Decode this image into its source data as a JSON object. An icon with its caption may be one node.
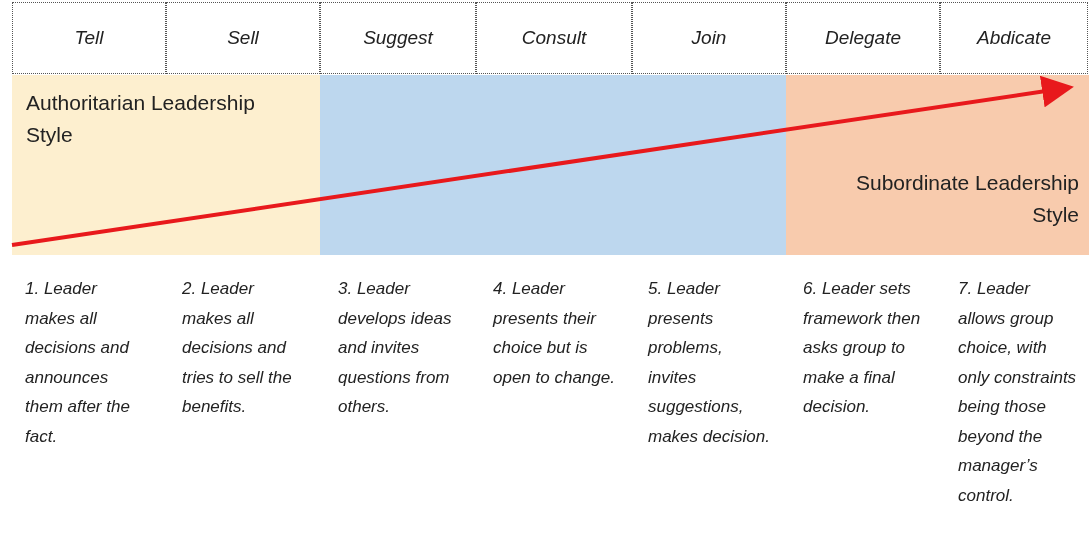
{
  "diagram": {
    "nodes": [
      {
        "text": [
          "Authoritarian Leadership Style"
        ]
      },
      {
        "text": [
          "Subordinate Leadership Style"
        ]
      }
    ],
    "edges": [
      {
        "from": 0,
        "to": 1,
        "arrow": "to",
        "color": "#e8191c"
      }
    ],
    "labels": [
      "Tell",
      "Sell",
      "Suggest",
      "Consult",
      "Join",
      "Delegate",
      "Abdicate",
      "1. Leader makes all decisions and announces them after the fact.",
      "2. Leader makes all decisions and tries to sell the benefits.",
      "3. Leader develops ideas and invites questions from others.",
      "4. Leader presents their choice but is open to change.",
      "5. Leader presents problems, invites suggestions, makes decision.",
      "6. Leader sets framework then asks group to make a final decision.",
      "7. Leader allows group choice, with only constraints being those beyond the manager’s control."
    ]
  }
}
